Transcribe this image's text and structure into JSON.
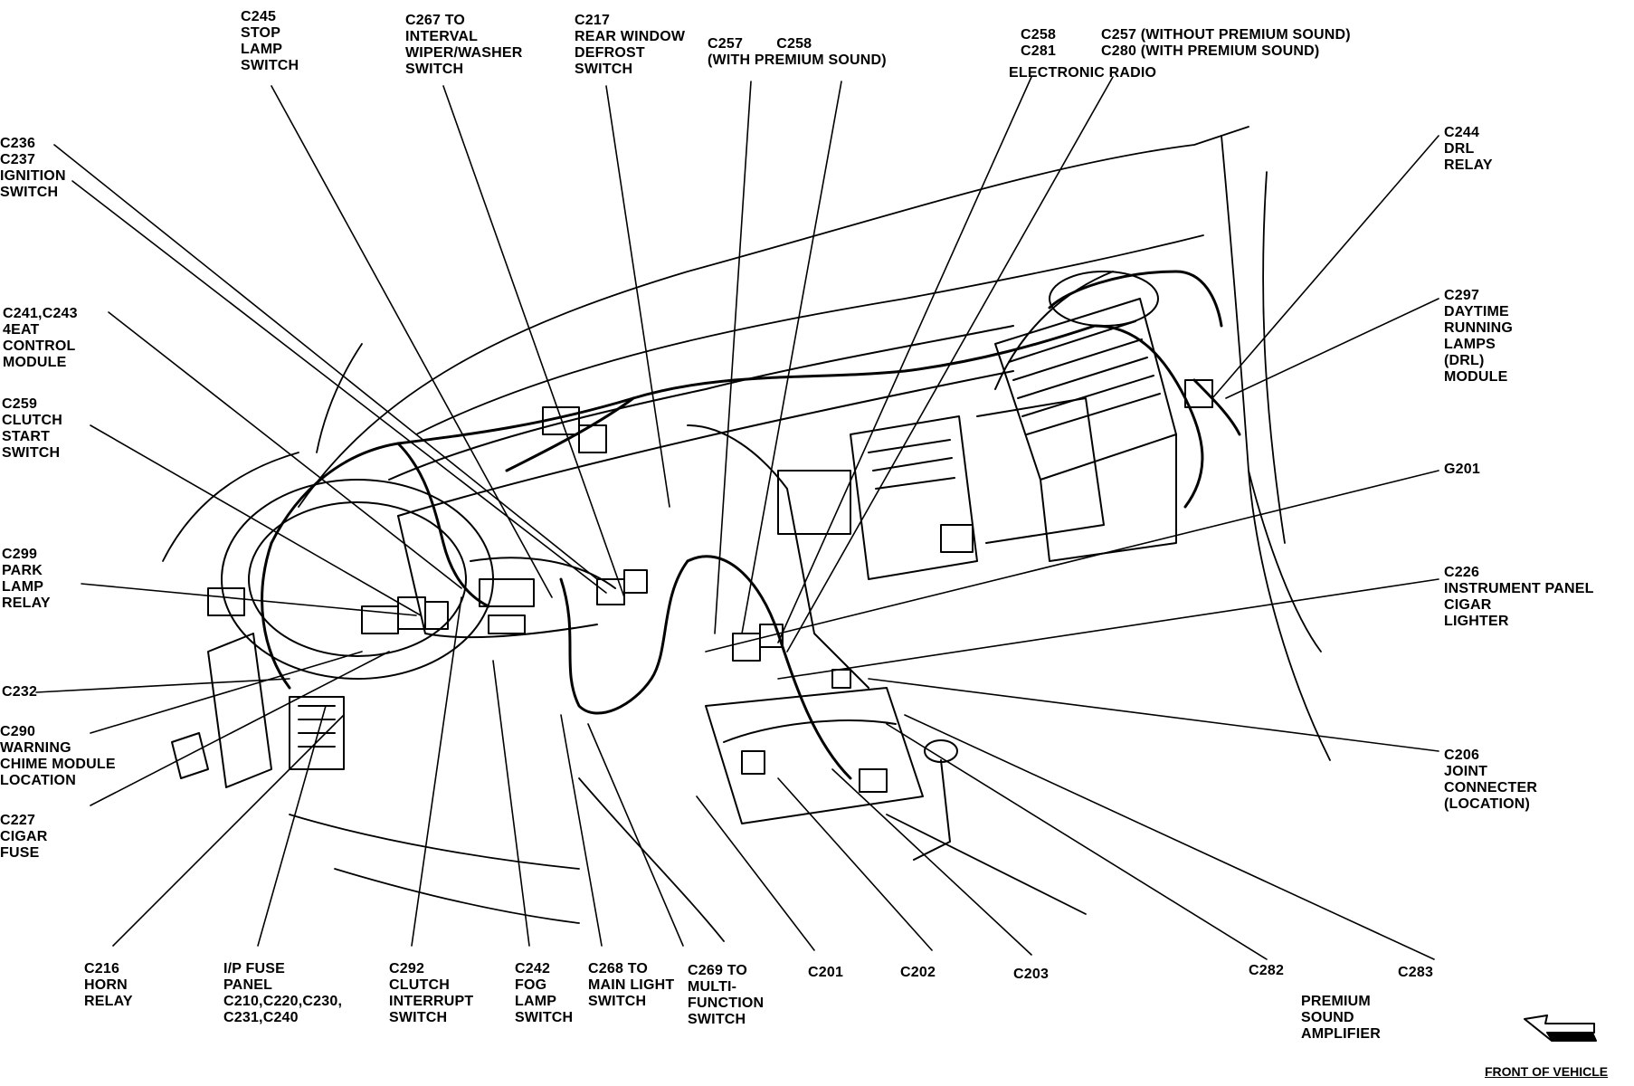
{
  "diagram": {
    "callouts": [
      {
        "id": "c245",
        "lines": [
          "C245",
          "STOP",
          "LAMP",
          "SWITCH"
        ]
      },
      {
        "id": "c267",
        "lines": [
          "C267 TO",
          "INTERVAL",
          "WIPER/WASHER",
          "SWITCH"
        ]
      },
      {
        "id": "c217",
        "lines": [
          "C217",
          "REAR WINDOW",
          "DEFROST",
          "SWITCH"
        ]
      },
      {
        "id": "c257-258-prem",
        "lines": [
          "C257        C258",
          "",
          "(WITH PREMIUM SOUND)"
        ]
      },
      {
        "id": "c258-281",
        "lines": [
          "C258",
          "C281"
        ]
      },
      {
        "id": "c257-280",
        "lines": [
          "C257 (WITHOUT PREMIUM SOUND)",
          "C280 (WITH PREMIUM SOUND)"
        ]
      },
      {
        "id": "radio",
        "lines": [
          "ELECTRONIC RADIO"
        ]
      },
      {
        "id": "c236-237",
        "lines": [
          "C236",
          "C237",
          "IGNITION",
          "SWITCH"
        ]
      },
      {
        "id": "c244",
        "lines": [
          "C244",
          "DRL",
          "RELAY"
        ]
      },
      {
        "id": "c241-243",
        "lines": [
          "C241,C243",
          "4EAT",
          "CONTROL",
          "MODULE"
        ]
      },
      {
        "id": "c297",
        "lines": [
          "C297",
          "DAYTIME",
          "RUNNING",
          "LAMPS",
          "(DRL)",
          "MODULE"
        ]
      },
      {
        "id": "c259",
        "lines": [
          "C259",
          "CLUTCH",
          "START",
          "SWITCH"
        ]
      },
      {
        "id": "g201",
        "lines": [
          "G201"
        ]
      },
      {
        "id": "c299",
        "lines": [
          "C299",
          "PARK",
          "LAMP",
          "RELAY"
        ]
      },
      {
        "id": "c226",
        "lines": [
          "C226",
          "INSTRUMENT PANEL",
          "CIGAR",
          "LIGHTER"
        ]
      },
      {
        "id": "c232",
        "lines": [
          "C232"
        ]
      },
      {
        "id": "c290",
        "lines": [
          "C290",
          "WARNING",
          "CHIME MODULE",
          "LOCATION"
        ]
      },
      {
        "id": "c206",
        "lines": [
          "C206",
          "JOINT",
          "CONNECTER",
          "(LOCATION)"
        ]
      },
      {
        "id": "c227",
        "lines": [
          "C227",
          "CIGAR",
          "FUSE"
        ]
      },
      {
        "id": "c216",
        "lines": [
          "C216",
          "HORN",
          "RELAY"
        ]
      },
      {
        "id": "ipfuse",
        "lines": [
          "I/P FUSE",
          "PANEL",
          "C210,C220,C230,",
          "C231,C240"
        ]
      },
      {
        "id": "c292",
        "lines": [
          "C292",
          "CLUTCH",
          "INTERRUPT",
          "SWITCH"
        ]
      },
      {
        "id": "c242",
        "lines": [
          "C242",
          "FOG",
          "LAMP",
          "SWITCH"
        ]
      },
      {
        "id": "c268",
        "lines": [
          "C268 TO",
          "MAIN LIGHT",
          "SWITCH"
        ]
      },
      {
        "id": "c269",
        "lines": [
          "C269 TO",
          "MULTI-",
          "FUNCTION",
          "SWITCH"
        ]
      },
      {
        "id": "c201",
        "lines": [
          "C201"
        ]
      },
      {
        "id": "c202",
        "lines": [
          "C202"
        ]
      },
      {
        "id": "c203",
        "lines": [
          "C203"
        ]
      },
      {
        "id": "c282",
        "lines": [
          "C282"
        ]
      },
      {
        "id": "c283",
        "lines": [
          "C283"
        ]
      },
      {
        "id": "amp",
        "lines": [
          "PREMIUM",
          "SOUND",
          "AMPLIFIER"
        ]
      }
    ],
    "front_label": "FRONT OF VEHICLE"
  }
}
